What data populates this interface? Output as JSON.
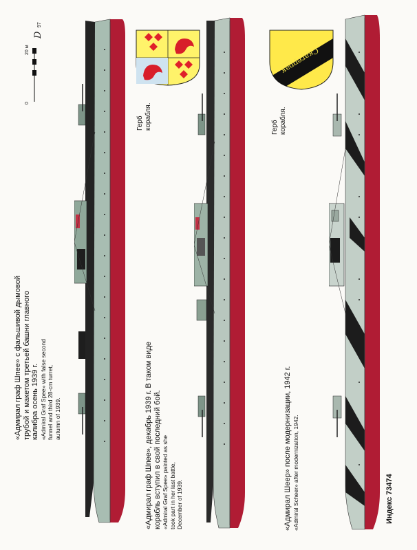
{
  "scale": {
    "zero": "0",
    "twenty": "20 м",
    "signature": "D",
    "year": "97"
  },
  "ships": [
    {
      "caption_ru": [
        "«Адмирал граф Шпее» с фальшивой дымовой",
        "трубой и макетом третьей башни главного",
        "калибра осень 1939 г."
      ],
      "caption_en": [
        "«Admiral Graf Spee» with false second",
        "funnel and third 28-cm turret,",
        "autumn of 1939."
      ],
      "colors": {
        "hull": "#a8bdb2",
        "boottop": "#202020",
        "red": "#b01c34"
      }
    },
    {
      "caption_ru": [
        "«Адмирал граф Шпее», декабрь 1939 г. В таком виде",
        "корабль вступил в свой последний бой."
      ],
      "caption_en": [
        "«Admiral Graf Spee» painted as she",
        "took part in her last battle,",
        "December of 1939."
      ],
      "colors": {
        "hull": "#b8c7be",
        "boottop": "#202020",
        "red": "#b01c34"
      }
    },
    {
      "caption_ru": [
        "«Адмирал Шеер» после модернизации, 1942 г."
      ],
      "caption_en": [
        "«Admiral Scheer» after modernization, 1942."
      ],
      "colors": {
        "hull": "#c2cfc7",
        "camo": "#1c1c1c",
        "red": "#b01c34"
      }
    }
  ],
  "coats": [
    {
      "label": [
        "Герб",
        "корабля."
      ],
      "colors": {
        "field": "#fff36a",
        "diamond": "#e0202a",
        "bird": "#d81e2a",
        "blue": "#cfe3f0"
      }
    },
    {
      "label": [
        "Герб",
        "корабля."
      ],
      "motto": "Скагеррак",
      "colors": {
        "field": "#ffe94a",
        "band": "#111111",
        "text": "#f2e24a"
      }
    }
  ],
  "index_text": "Индекс 73474"
}
